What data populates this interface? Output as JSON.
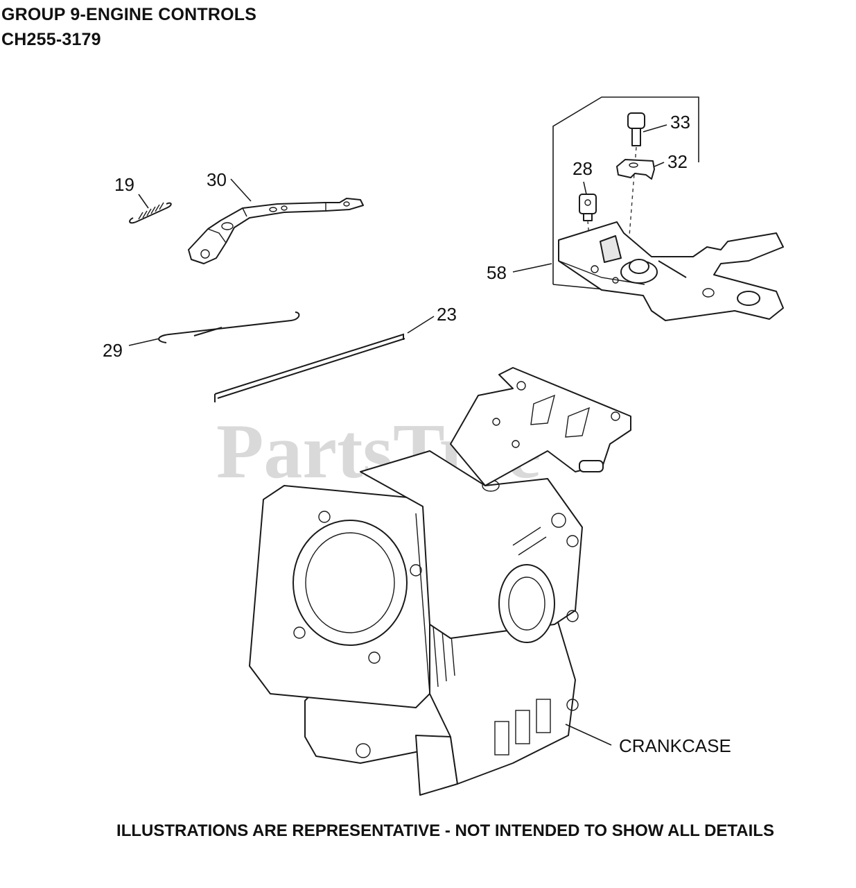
{
  "header": {
    "title": "GROUP 9-ENGINE CONTROLS",
    "model": "CH255-3179"
  },
  "watermark": "PartsTree",
  "callouts": {
    "c19": "19",
    "c30": "30",
    "c28": "28",
    "c32": "32",
    "c33": "33",
    "c58": "58",
    "c29": "29",
    "c23": "23",
    "crankcase": "CRANKCASE"
  },
  "footer": {
    "disclaimer": "ILLUSTRATIONS ARE REPRESENTATIVE - NOT INTENDED TO SHOW ALL DETAILS"
  }
}
